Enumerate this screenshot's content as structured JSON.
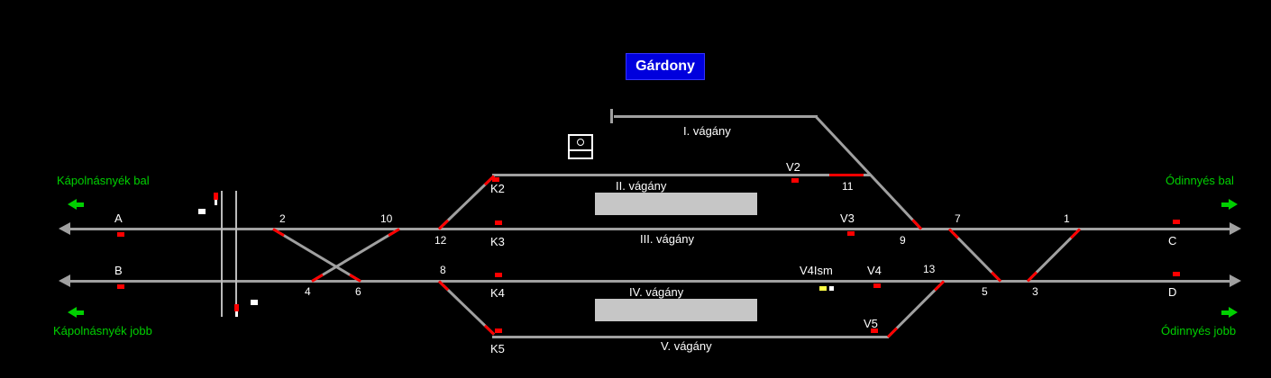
{
  "station": {
    "title": "Gárdony"
  },
  "colors": {
    "background": "#000000",
    "track_gray": "#a0a0a0",
    "signal_red": "#ff0000",
    "indicator_yellow": "#ffff44",
    "indicator_white": "#ffffff",
    "direction_green": "#00d000",
    "title_background": "#0000dd",
    "title_text": "#ffffff",
    "label_text": "#ffffff",
    "platform_gray": "#c6c6c6"
  },
  "directions": {
    "left_top": "Kápolnásnyék bal",
    "left_bottom": "Kápolnásnyék jobb",
    "right_top": "Ódinnyés bal",
    "right_bottom": "Ódinnyés jobb"
  },
  "tracks": {
    "t1": "I. vágány",
    "t2": "II. vágány",
    "t3": "III. vágány",
    "t4": "IV. vágány",
    "t5": "V. vágány"
  },
  "endpoints": {
    "a": {
      "label": "A",
      "aspect": "red"
    },
    "b": {
      "label": "B",
      "aspect": "red"
    },
    "c": {
      "label": "C",
      "aspect": "red"
    },
    "d": {
      "label": "D",
      "aspect": "red"
    }
  },
  "signals": {
    "k2": {
      "label": "K2",
      "aspect": "red"
    },
    "k3": {
      "label": "K3",
      "aspect": "red"
    },
    "k4": {
      "label": "K4",
      "aspect": "red"
    },
    "k5": {
      "label": "K5",
      "aspect": "red"
    },
    "v2": {
      "label": "V2",
      "aspect": "red"
    },
    "v3": {
      "label": "V3",
      "aspect": "red"
    },
    "v4": {
      "label": "V4",
      "aspect": "red"
    },
    "v5": {
      "label": "V5",
      "aspect": "red"
    },
    "v4ism": {
      "label": "V4Ism",
      "indicator": "yellow-white"
    }
  },
  "switches": {
    "sw1": "1",
    "sw2": "2",
    "sw3": "3",
    "sw4": "4",
    "sw5": "5",
    "sw6": "6",
    "sw7": "7",
    "sw8": "8",
    "sw9": "9",
    "sw10": "10",
    "sw11": "11",
    "sw12": "12",
    "sw13": "13"
  }
}
